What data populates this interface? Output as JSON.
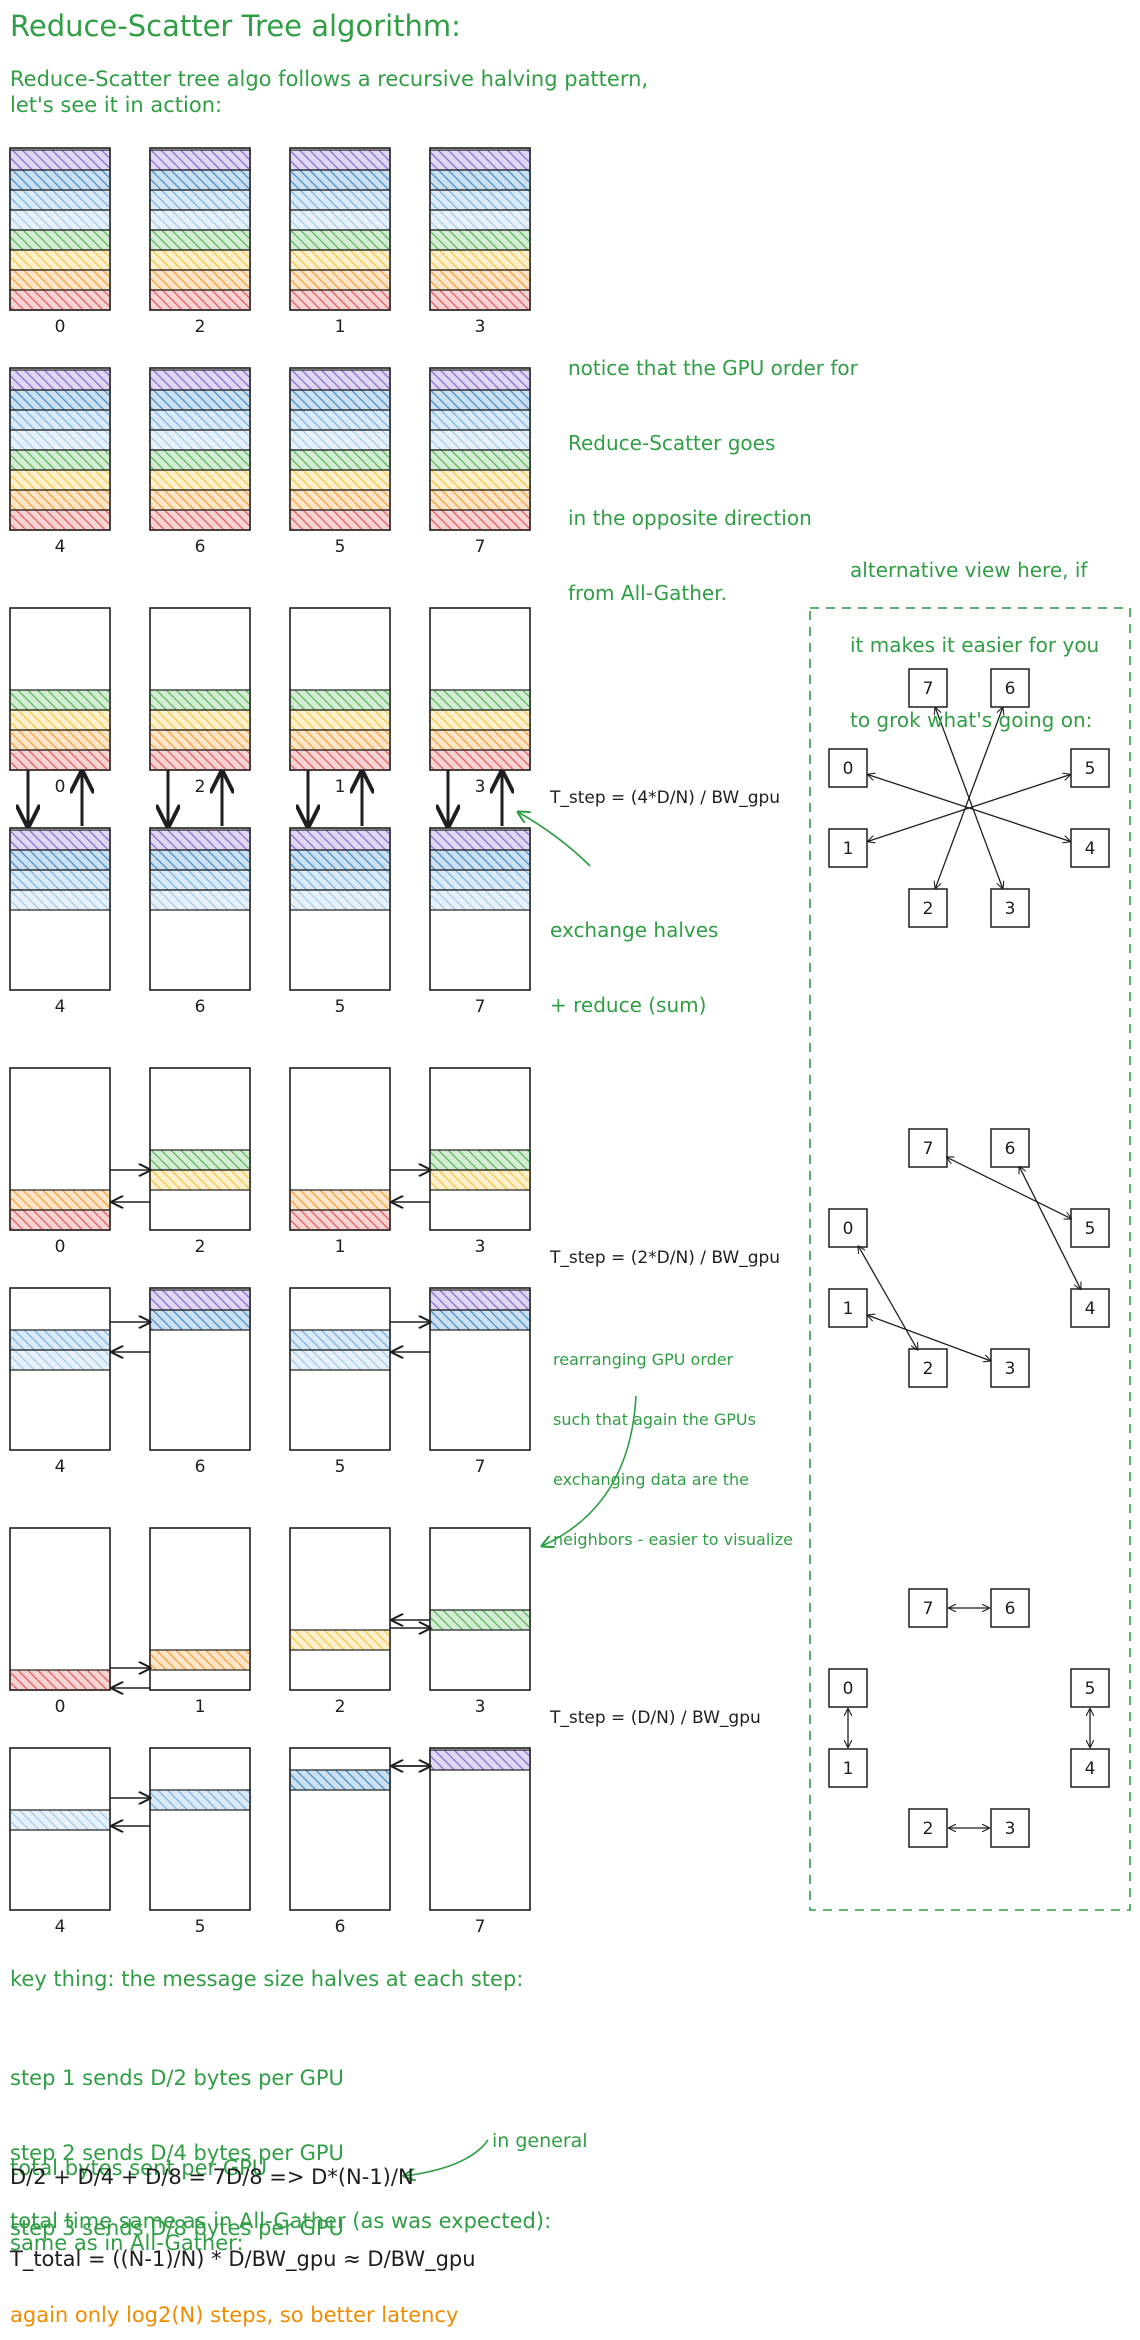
{
  "title": "Reduce-Scatter Tree algorithm:",
  "intro": [
    "Reduce-Scatter tree algo follows a recursive halving pattern,",
    "let's see it in action:"
  ],
  "note_order": [
    "notice that the GPU order for",
    "Reduce-Scatter goes",
    "in the opposite direction",
    "from All-Gather."
  ],
  "note_alt": [
    "alternative view here, if",
    "it makes it easier for you",
    "to grok what's going on:"
  ],
  "step1_formula": "T_step = (4*D/N) / BW_gpu",
  "step2_formula": "T_step = (2*D/N) / BW_gpu",
  "step3_formula": "T_step = (D/N) / BW_gpu",
  "exchange_note": [
    "exchange halves",
    "+ reduce (sum)"
  ],
  "rearrange_note": [
    "rearranging GPU order",
    "such that again the GPUs",
    "exchanging data are the",
    "neighbors - easier to visualize"
  ],
  "key_thing": "key thing: the message size halves at each step:",
  "steps_sizes": [
    "step 1 sends D/2 bytes per GPU",
    "step 2 sends D/4 bytes per GPU",
    "step 3 sends D/8 bytes per GPU"
  ],
  "total_bytes": [
    "total bytes sent per GPU",
    "same as in All-Gather:"
  ],
  "total_bytes_formula": "D/2 + D/4 + D/8 = 7D/8 => D*(N-1)/N",
  "in_general": "in general",
  "total_time": "total time same as in All-Gather (as was expected):",
  "total_time_formula": "T_total = ((N-1)/N) * D/BW_gpu ≈ D/BW_gpu",
  "latency_note": "again only log2(N) steps, so better latency",
  "colors": {
    "text_green": "#2f9e44",
    "text_orange": "#f08c00",
    "ink": "#1e1e1e",
    "chunk_colors": [
      "#8e6fd1",
      "#4a90c8",
      "#7db3e0",
      "#a7cbe8",
      "#5fb85f",
      "#f2c84b",
      "#f2a23c",
      "#e06060"
    ],
    "dashed_box": "#2f9e44"
  },
  "groups": [
    {
      "rows": [
        {
          "labels": [
            "0",
            "2",
            "1",
            "3"
          ],
          "chunks": [
            [
              0,
              1,
              2,
              3,
              4,
              5,
              6,
              7
            ],
            [
              0,
              1,
              2,
              3,
              4,
              5,
              6,
              7
            ],
            [
              0,
              1,
              2,
              3,
              4,
              5,
              6,
              7
            ],
            [
              0,
              1,
              2,
              3,
              4,
              5,
              6,
              7
            ]
          ]
        },
        {
          "labels": [
            "4",
            "6",
            "5",
            "7"
          ],
          "chunks": [
            [
              0,
              1,
              2,
              3,
              4,
              5,
              6,
              7
            ],
            [
              0,
              1,
              2,
              3,
              4,
              5,
              6,
              7
            ],
            [
              0,
              1,
              2,
              3,
              4,
              5,
              6,
              7
            ],
            [
              0,
              1,
              2,
              3,
              4,
              5,
              6,
              7
            ]
          ]
        }
      ]
    },
    {
      "rows": [
        {
          "labels": [
            "0",
            "2",
            "1",
            "3"
          ],
          "chunks": [
            [
              4,
              5,
              6,
              7
            ],
            [
              4,
              5,
              6,
              7
            ],
            [
              4,
              5,
              6,
              7
            ],
            [
              4,
              5,
              6,
              7
            ]
          ]
        },
        {
          "labels": [
            "4",
            "6",
            "5",
            "7"
          ],
          "chunks": [
            [
              0,
              1,
              2,
              3
            ],
            [
              0,
              1,
              2,
              3
            ],
            [
              0,
              1,
              2,
              3
            ],
            [
              0,
              1,
              2,
              3
            ]
          ]
        }
      ]
    },
    {
      "rows": [
        {
          "labels": [
            "0",
            "2",
            "1",
            "3"
          ],
          "chunks": [
            [
              6,
              7
            ],
            [
              4,
              5
            ],
            [
              6,
              7
            ],
            [
              4,
              5
            ]
          ]
        },
        {
          "labels": [
            "4",
            "6",
            "5",
            "7"
          ],
          "chunks": [
            [
              2,
              3
            ],
            [
              0,
              1
            ],
            [
              2,
              3
            ],
            [
              0,
              1
            ]
          ]
        }
      ]
    },
    {
      "rows": [
        {
          "labels": [
            "0",
            "1",
            "2",
            "3"
          ],
          "chunks": [
            [
              7
            ],
            [
              6
            ],
            [
              5
            ],
            [
              4
            ]
          ]
        },
        {
          "labels": [
            "4",
            "5",
            "6",
            "7"
          ],
          "chunks": [
            [
              3
            ],
            [
              2
            ],
            [
              1
            ],
            [
              0
            ]
          ]
        }
      ]
    }
  ],
  "alt_view": [
    {
      "nodes": [
        "7",
        "6",
        "0",
        "5",
        "1",
        "4",
        "2",
        "3"
      ]
    },
    {
      "nodes": [
        "7",
        "6",
        "0",
        "5",
        "1",
        "4",
        "2",
        "3"
      ]
    },
    {
      "nodes": [
        "7",
        "6",
        "0",
        "5",
        "1",
        "4",
        "2",
        "3"
      ]
    }
  ]
}
